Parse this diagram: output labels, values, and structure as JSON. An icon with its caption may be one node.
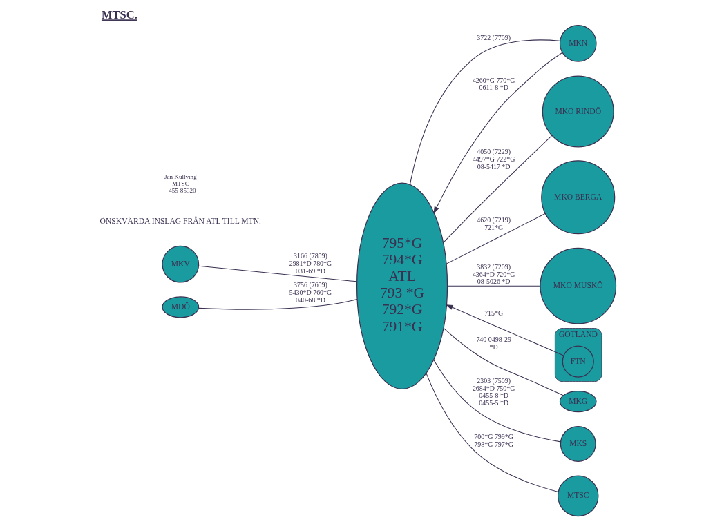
{
  "diagram": {
    "title": "MTSC.",
    "nodes": [
      {
        "text": [
          "MKN"
        ]
      },
      {
        "text": [
          "795*G",
          "794*G",
          "ATL",
          "793 *G",
          "792*G",
          "791*G"
        ]
      },
      {
        "text": [
          "MKO RINDÖ"
        ]
      },
      {
        "text": [
          "MKO BERGA"
        ]
      },
      {
        "text": [
          "MKV"
        ]
      },
      {
        "text": [
          "MKO MUSKÖ"
        ]
      },
      {
        "text": [
          "GOTLAND"
        ]
      },
      {
        "text": [
          "FTN"
        ],
        "in": 6
      },
      {
        "text": [
          "MKG"
        ]
      },
      {
        "text": [
          "MDÖ"
        ]
      },
      {
        "text": [
          "MKS"
        ]
      },
      {
        "text": [
          "MTSC"
        ]
      }
    ],
    "edges": [
      {
        "from": 1,
        "to": 0,
        "arrow": "none",
        "label": "3722 (7709)"
      },
      {
        "from": 0,
        "to": 1,
        "arrow": "to",
        "label": "4260*G 770*G 0611-8 *D"
      },
      {
        "from": 1,
        "to": 2,
        "arrow": "none",
        "label": "4050 (7229) 4497*G 722*G 08-5417 *D"
      },
      {
        "from": 1,
        "to": 3,
        "arrow": "none",
        "label": "4620 (7219) 721*G"
      },
      {
        "from": 1,
        "to": 5,
        "arrow": "none",
        "label": "3832 (7209) 4364*D 720*G 08-5026 *D"
      },
      {
        "from": 4,
        "to": 1,
        "arrow": "none",
        "label": "3166 (7809) 2981*D 780*G 031-69 *D"
      },
      {
        "from": 7,
        "to": 1,
        "arrow": "to",
        "label": "715*G"
      },
      {
        "from": 1,
        "to": 8,
        "arrow": "none",
        "label": "740 0498-29 *D"
      },
      {
        "from": 9,
        "to": 1,
        "arrow": "none",
        "label": "3756 (7609) 5430*D 760*G 040-68 *D"
      },
      {
        "from": 1,
        "to": 10,
        "arrow": "none",
        "label": "2303 (7509) 2684*D 750*G 0455-8 *D 0455-5 *D"
      },
      {
        "from": 1,
        "to": 11,
        "arrow": "none",
        "label": "700*G 799*G 798*G 797*G"
      }
    ],
    "labels": [
      "ÖNSKVÄRDA INSLAG FRÅN ATL TILL MTN.",
      "Jan Kullving MTSC +455-85320"
    ]
  }
}
